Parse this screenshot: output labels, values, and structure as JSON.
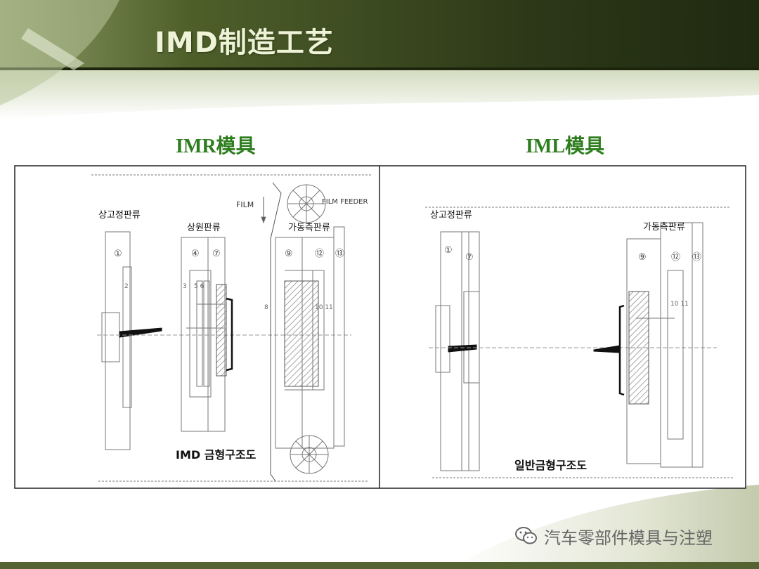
{
  "slide": {
    "title": "IMD制造工艺"
  },
  "panels": {
    "imr": {
      "heading": "IMR模具",
      "plate_labels": {
        "fixed": "상고정판류",
        "stripper": "상원판류",
        "moving": "가동측판류"
      },
      "film_label": "FILM",
      "feeder_label": "FILM FEEDER",
      "numbers": [
        "①",
        "④",
        "⑦",
        "⑨",
        "⑫",
        "⑬"
      ],
      "small_numbers": {
        "left": "3",
        "mid": "5 6",
        "film": "8",
        "right": "10 11",
        "pin": "2"
      },
      "caption": "IMD 금형구조도"
    },
    "iml": {
      "heading": "IML模具",
      "plate_labels": {
        "fixed": "상고정판류",
        "moving": "가동측판류"
      },
      "numbers": [
        "①",
        "⑦",
        "⑨",
        "⑫",
        "⑬"
      ],
      "small_numbers": {
        "right": "10 11"
      },
      "caption": "일반금형구조도"
    }
  },
  "footer": {
    "brand": "汽车零部件模具与注塑",
    "icon": "wechat-icon"
  },
  "colors": {
    "title_text": "#eef3d8",
    "heading_green": "#2e7d1e",
    "banner_dark": "#2f3a1a"
  }
}
